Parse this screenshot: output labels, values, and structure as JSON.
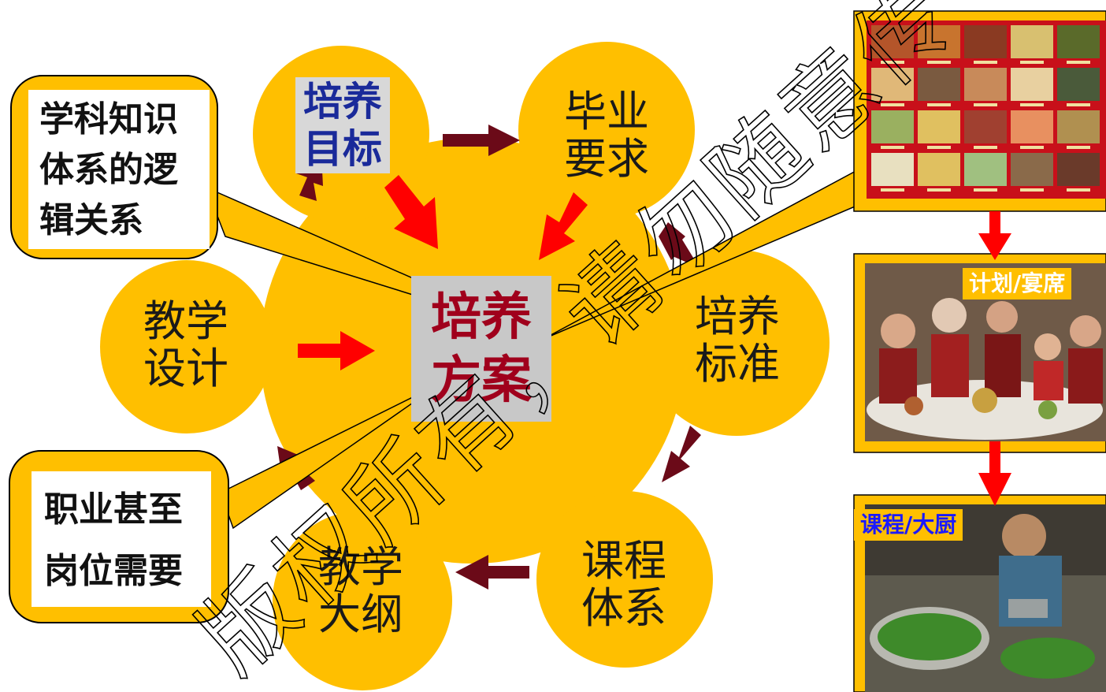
{
  "center": {
    "label": "培养\n方案"
  },
  "nodes": {
    "goal": "培养\n目标",
    "graduation": "毕业\n要求",
    "standard": "培养\n标准",
    "curriculum": "课程\n体系",
    "syllabus": "教学\n大纲",
    "design": "教学\n设计"
  },
  "callouts": {
    "knowledge": "学科知识\n体系的逻\n辑关系",
    "career": "职业甚至\n岗位需要"
  },
  "photos": {
    "plan_caption": "计划/宴席",
    "course_caption": "课程/大厨"
  },
  "watermark": "版权所有，请勿随意传",
  "colors": {
    "petal": "#ffbf00",
    "dark_arrow": "#6b0a18",
    "red_arrow": "#ff0000",
    "center_text": "#a0001c",
    "goal_text": "#1a2a9a",
    "caption_blue": "#1a1aff"
  }
}
